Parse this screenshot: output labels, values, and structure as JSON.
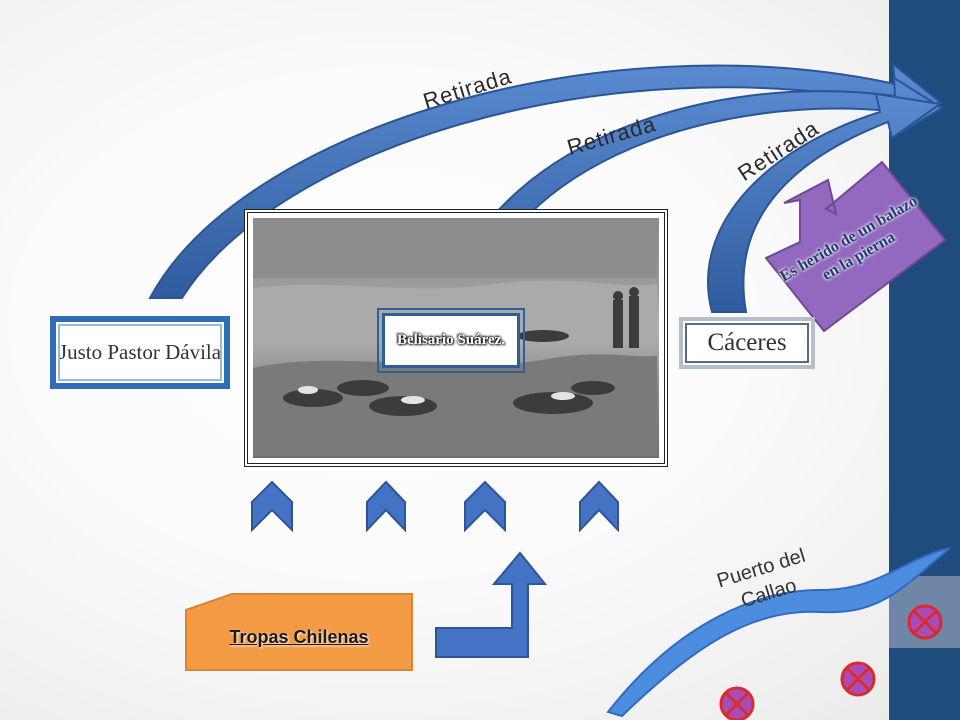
{
  "labels": {
    "davila": "Justo Pastor Dávila",
    "caceres": "Cáceres",
    "belisario": "Belisario Suárez.",
    "tropas": "Tropas Chilenas",
    "herido": "Es herido de un balazo en la pierna",
    "retirada_1": "Retirada",
    "retirada_2": "Retirada",
    "retirada_3": "Retirada",
    "callao": "Puerto del Callao"
  },
  "colors": {
    "arrow_blue": "#3e6fb5",
    "sidebar_blue": "#1f4b7d",
    "tropas_orange": "#f39a45",
    "herido_purple": "#9269be",
    "mark_purple": "#a94cb8",
    "mark_red": "#d82c2c"
  },
  "icons": {
    "advance_arrow": "chevron-up",
    "marker": "circled-x"
  }
}
